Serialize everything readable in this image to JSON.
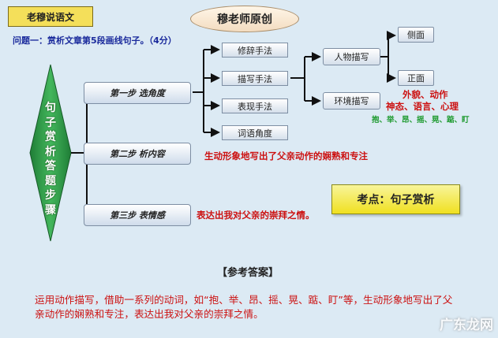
{
  "header": {
    "tag": "老穆说语文",
    "oval": "穆老师原创"
  },
  "question": "问题一：赏析文章第5段画线句子。（4分）",
  "center_label_chars": [
    "句",
    "子",
    "赏",
    "析",
    "答",
    "题",
    "步",
    "骤"
  ],
  "steps": [
    {
      "label": "第一步  选角度"
    },
    {
      "label": "第二步  析内容"
    },
    {
      "label": "第三步  表情感"
    }
  ],
  "methods": [
    "修辞手法",
    "描写手法",
    "表现手法",
    "词语角度"
  ],
  "description_types": [
    "人物描写",
    "环境描写"
  ],
  "sides": [
    "侧面",
    "正面"
  ],
  "detail_notes": {
    "line1": "外貌、动作",
    "line2": "神态、语言、心理",
    "verbs": "抱、举、昂、摇、晃、踮、盯"
  },
  "step2_note": "生动形象地写出了父亲动作的娴熟和专注",
  "step3_note": "表达出我对父亲的崇拜之情。",
  "kaodian": "考点：句子赏析",
  "ref_title": "【参考答案】",
  "answer_text": "运用动作描写，借助一系列的动词，如“抱、举、昂、摇、晃、踮、盯”等，生动形象地写出了父亲动作的娴熟和专注，表达出我对父亲的崇拜之情。",
  "watermark": "广东龙网",
  "colors": {
    "diamond": "#2f9a4a",
    "highlight_red": "#cc1111",
    "verb_green": "#1d9a2e",
    "kaodian_yellow": "#f0e020"
  }
}
